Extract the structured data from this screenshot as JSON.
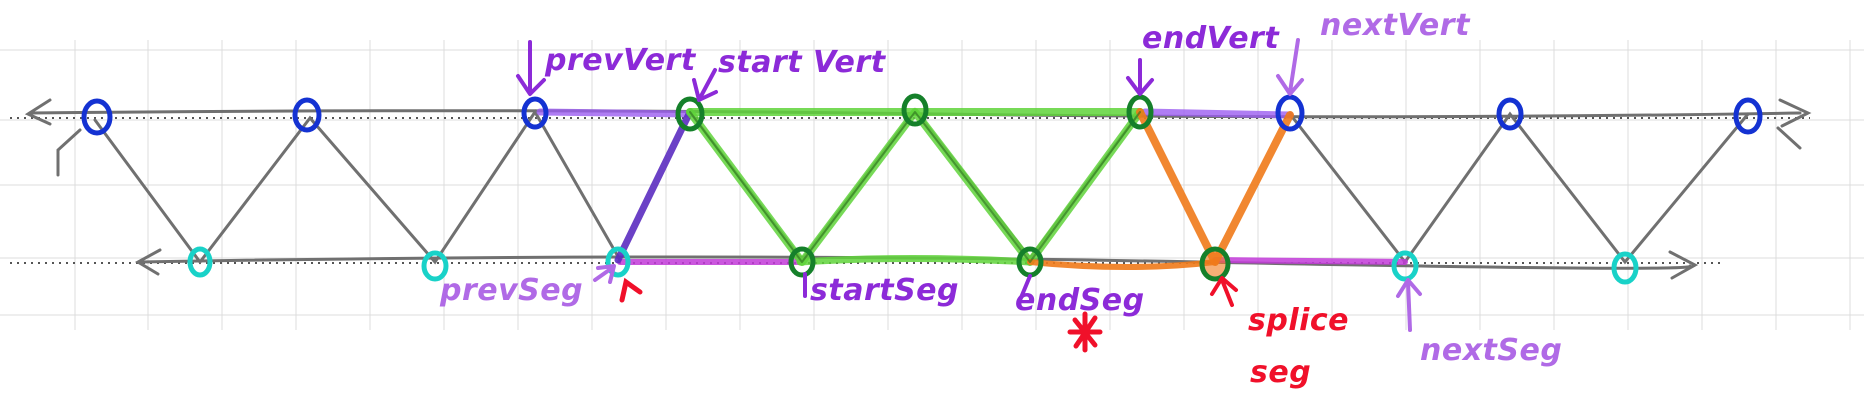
{
  "diagram": {
    "labels": {
      "prev_vert": "prevVert",
      "start_vert": "start Vert",
      "end_vert": "endVert",
      "next_vert": "nextVert",
      "prev_seg": "prevSeg",
      "start_seg": "startSeg",
      "end_seg": "endSeg",
      "splice_seg_line1": "splice",
      "splice_seg_line2": "seg",
      "next_seg": "nextSeg"
    },
    "colors": {
      "paper": "#ffffff",
      "grid": "#dcdcdc",
      "line": "#707070",
      "top_vertex": "#1432d2",
      "bottom_vertex": "#19d2c8",
      "selected_vertex": "#15802a",
      "green_highlight": "#5fd43a",
      "purple_highlight": "#9b5cf0",
      "magenta_highlight": "#c23ad8",
      "dark_purple_edge": "#5b2cc0",
      "orange_highlight": "#f07a1a",
      "label_purple": "#b06ae6",
      "label_violet": "#8c2ad8",
      "label_red": "#f0102a"
    }
  }
}
